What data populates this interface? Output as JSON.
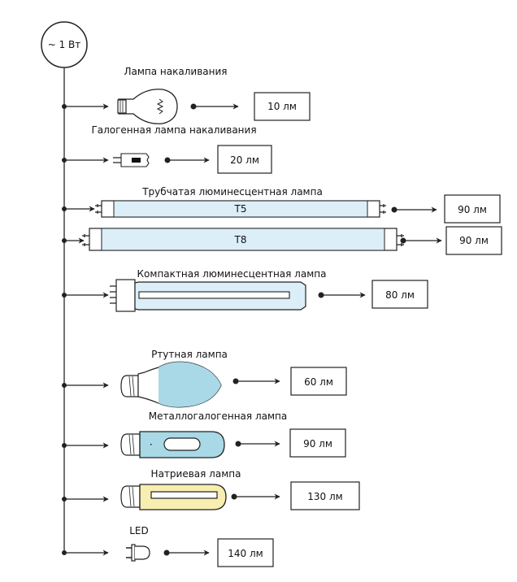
{
  "title": "Световая отдача ламп при мощности 1 Вт",
  "source": {
    "label": "~ 1 Вт"
  },
  "colors": {
    "line": "#222222",
    "fluorescent_fill": "#dceef8",
    "mercury_fill": "#a9d8e6",
    "sodium_fill": "#f7eeb0",
    "box_stroke": "#222222"
  },
  "lamps": [
    {
      "id": "incandescent",
      "name": "Лампа накаливания",
      "output": "10 лм"
    },
    {
      "id": "halogen",
      "name": "Галогенная лампа накаливания",
      "output": "20 лм"
    },
    {
      "id": "tube-group",
      "name": "Трубчатая люминесцентная лампа"
    },
    {
      "id": "t5",
      "name": "T5",
      "output": "90 лм"
    },
    {
      "id": "t8",
      "name": "T8",
      "output": "90 лм"
    },
    {
      "id": "cfl",
      "name": "Компактная люминесцентная лампа",
      "output": "80 лм"
    },
    {
      "id": "mercury",
      "name": "Ртутная лампа",
      "output": "60 лм"
    },
    {
      "id": "metal-halide",
      "name": "Металлогалогенная лампа",
      "output": "90 лм"
    },
    {
      "id": "sodium",
      "name": "Натриевая лампа",
      "output": "130 лм"
    },
    {
      "id": "led",
      "name": "LED",
      "output": "140 лм"
    }
  ]
}
